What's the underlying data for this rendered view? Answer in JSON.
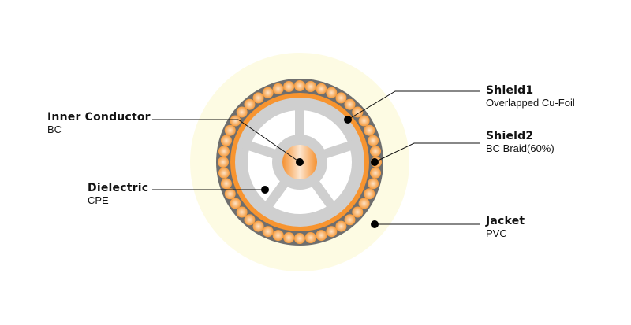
{
  "colors": {
    "jacket": "#fdfbe3",
    "braid_bg": "#6e6e6e",
    "braid_wire": "#f59a3c",
    "braid_highlight": "#fde3c8",
    "foil": "#f7942f",
    "dielectric": "#cfcfcf",
    "dielectric_gap": "#ffffff",
    "conductor": "#f59030",
    "conductor_highlight": "#fde6cf",
    "leader": "#111111"
  },
  "labels": {
    "inner_conductor": {
      "title": "Inner Conductor",
      "sub": "BC"
    },
    "dielectric": {
      "title": "Dielectric",
      "sub": "CPE"
    },
    "shield1": {
      "title": "Shield1",
      "sub": "Overlapped Cu-Foil"
    },
    "shield2": {
      "title": "Shield2",
      "sub": "BC Braid(60%)"
    },
    "jacket": {
      "title": "Jacket",
      "sub": "PVC"
    }
  }
}
